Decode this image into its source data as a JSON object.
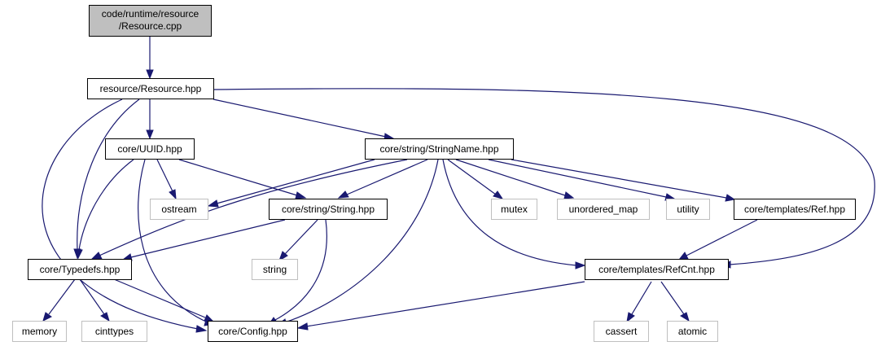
{
  "colors": {
    "edge": "#191970",
    "focus_fill": "#bfbfbf",
    "node_border": "#000000",
    "system_border": "#bfbfbf",
    "text": "#000000"
  },
  "nodes": {
    "resource_cpp": {
      "lines": [
        "code/runtime/resource",
        "/Resource.cpp"
      ]
    },
    "resource_hpp": {
      "lines": [
        "resource/Resource.hpp"
      ]
    },
    "uuid_hpp": {
      "lines": [
        "core/UUID.hpp"
      ]
    },
    "stringname_hpp": {
      "lines": [
        "core/string/StringName.hpp"
      ]
    },
    "ostream": {
      "lines": [
        "ostream"
      ]
    },
    "string_hpp": {
      "lines": [
        "core/string/String.hpp"
      ]
    },
    "mutex": {
      "lines": [
        "mutex"
      ]
    },
    "unordered_map": {
      "lines": [
        "unordered_map"
      ]
    },
    "utility": {
      "lines": [
        "utility"
      ]
    },
    "ref_hpp": {
      "lines": [
        "core/templates/Ref.hpp"
      ]
    },
    "typedefs_hpp": {
      "lines": [
        "core/Typedefs.hpp"
      ]
    },
    "string": {
      "lines": [
        "string"
      ]
    },
    "refcnt_hpp": {
      "lines": [
        "core/templates/RefCnt.hpp"
      ]
    },
    "memory": {
      "lines": [
        "memory"
      ]
    },
    "cinttypes": {
      "lines": [
        "cinttypes"
      ]
    },
    "config_hpp": {
      "lines": [
        "core/Config.hpp"
      ]
    },
    "cassert": {
      "lines": [
        "cassert"
      ]
    },
    "atomic": {
      "lines": [
        "atomic"
      ]
    }
  }
}
